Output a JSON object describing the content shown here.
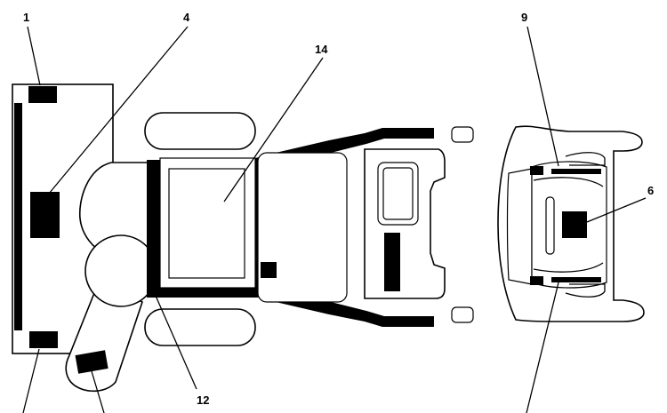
{
  "diagram": {
    "colors": {
      "line": "#000000",
      "fill": "#ffffff",
      "decal": "#000000"
    },
    "callouts": [
      {
        "id": "c1",
        "label": "1"
      },
      {
        "id": "c4",
        "label": "4"
      },
      {
        "id": "c14",
        "label": "14"
      },
      {
        "id": "c9",
        "label": "9"
      },
      {
        "id": "c6",
        "label": "6"
      },
      {
        "id": "c12",
        "label": "12"
      }
    ]
  }
}
